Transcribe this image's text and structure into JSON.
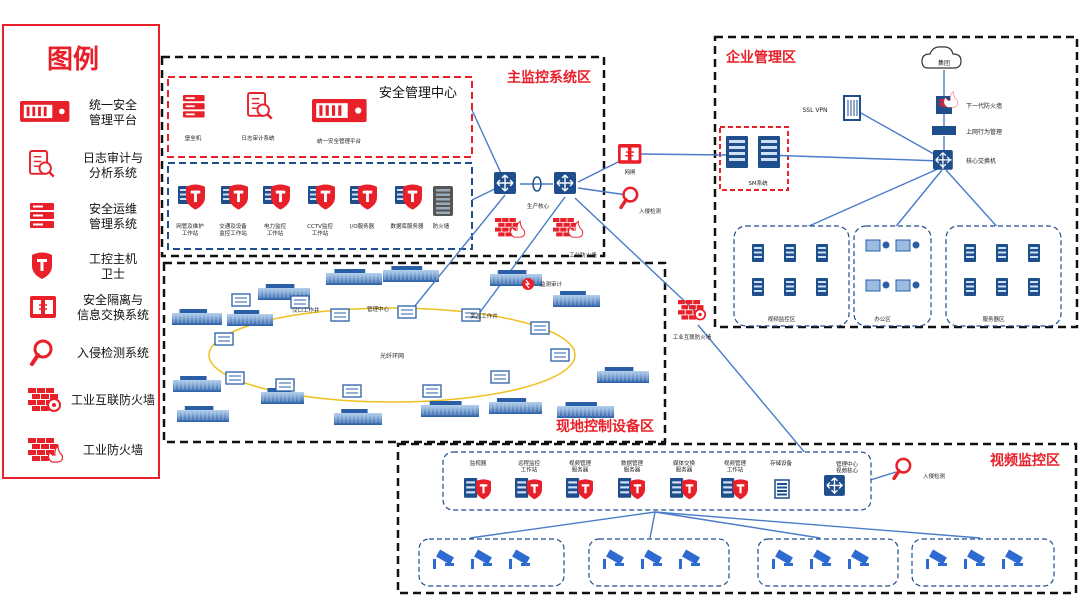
{
  "legend": {
    "title": "图例",
    "items": [
      {
        "icon": "unified-platform-icon",
        "label": "统一安全\n管理平台"
      },
      {
        "icon": "log-audit-icon",
        "label": "日志审计与\n分析系统"
      },
      {
        "icon": "ops-management-icon",
        "label": "安全运维\n管理系统"
      },
      {
        "icon": "host-guard-icon",
        "label": "工控主机\n卫士"
      },
      {
        "icon": "isolation-exchange-icon",
        "label": "安全隔离与\n信息交换系统"
      },
      {
        "icon": "intrusion-detection-icon",
        "label": "入侵检测系统"
      },
      {
        "icon": "industrial-internet-firewall-icon",
        "label": "工业互联防火墙"
      },
      {
        "icon": "industrial-firewall-icon",
        "label": "工业防火墙"
      }
    ]
  },
  "zones": {
    "main_monitoring": "主监控系统区",
    "enterprise": "企业管理区",
    "field_control": "现地控制设备区",
    "video": "视频监控区"
  },
  "security_center": {
    "title": "安全管理中心",
    "items": [
      "堡垒机",
      "日志审计系统",
      "统一安全管理平台"
    ]
  },
  "main_devices": [
    "网管及维护\n工作站",
    "交通及设备\n监控工作站",
    "电力监控\n工作站",
    "CCTV监控\n工作站",
    "I/O服务器",
    "数据库服务器",
    "防火墙"
  ],
  "core": {
    "production_core": "生产核心",
    "industrial_firewall": "工业防火墙",
    "gateway": "网闸",
    "intrusion": "入侵检测",
    "iot_firewall": "工业互联防火墙"
  },
  "enterprise": {
    "group": "集团",
    "ssl_vpn": "SSL VPN",
    "ngfw": "下一代防火墙",
    "behavior": "上网行为管理",
    "core_switch": "核心交换机",
    "sm_system": "SM系统",
    "groups": [
      "视频监控区",
      "办公区",
      "服务器区"
    ]
  },
  "field": {
    "ring": "光纤环网",
    "hankou": "汉口工作井",
    "mgmt_center": "管理中心",
    "wuchang": "武昌工作井",
    "monitor_audit": "监测审计"
  },
  "video": {
    "title": "视频监控区",
    "devices": [
      "监视器",
      "远程监控\n工作站",
      "视频管理\n服务器",
      "数据管理\n服务器",
      "媒体交换\n服务器",
      "视频管理\n工作站",
      "存储设备"
    ],
    "switch_label": "管理中心\n视频核心",
    "intrusion": "入侵检测"
  },
  "colors": {
    "red": "#e8202a",
    "navy": "#1f4e8c",
    "blue": "#2e6bd1",
    "gold": "#f0c020"
  }
}
